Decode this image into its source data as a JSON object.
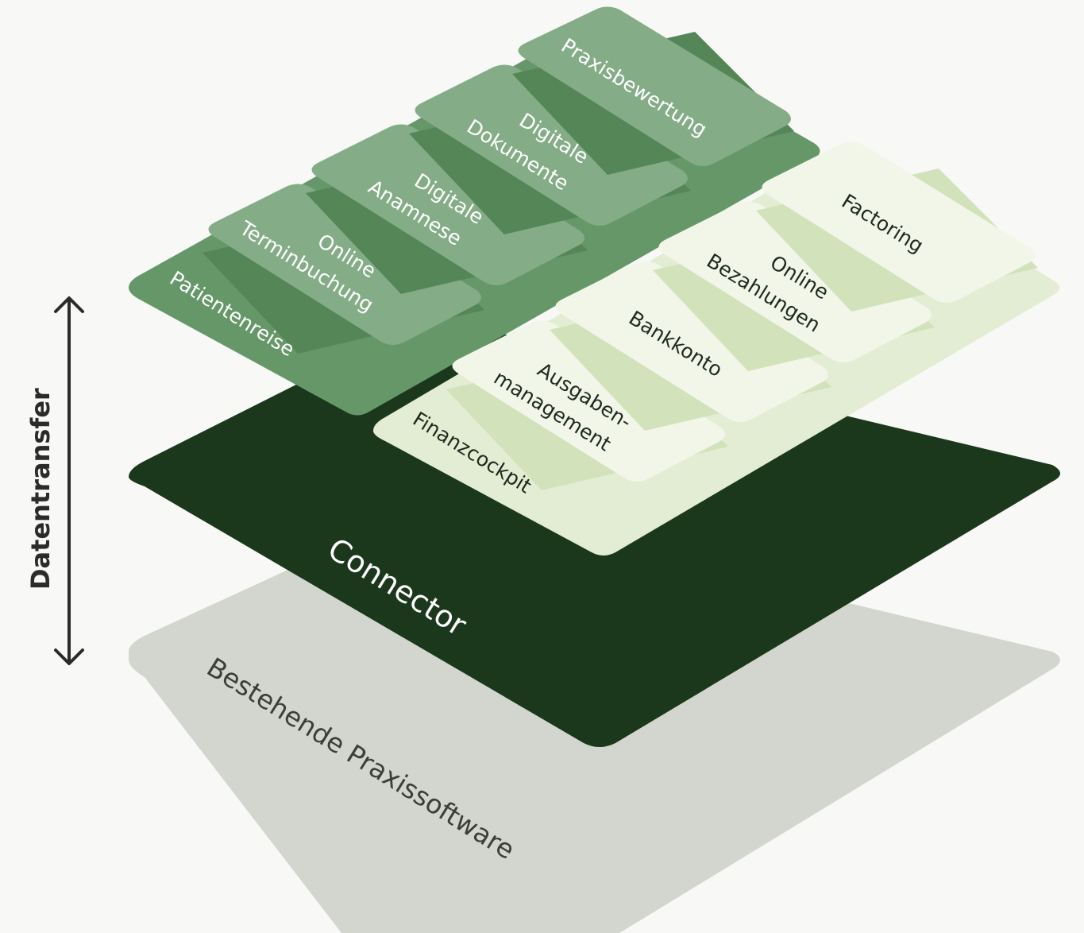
{
  "side_label": "Datentransfer",
  "layers": {
    "base": "Bestehende Praxissoftware",
    "connector": "Connector"
  },
  "patient_group": {
    "label": "Patientenreise",
    "modules": [
      {
        "line1": "Online",
        "line2": "Terminbuchung"
      },
      {
        "line1": "Digitale",
        "line2": "Anamnese"
      },
      {
        "line1": "Digitale",
        "line2": "Dokumente"
      },
      {
        "line1": "Praxisbewertung",
        "line2": ""
      }
    ]
  },
  "finance_group": {
    "label": "Finanzcockpit",
    "modules": [
      {
        "line1": "Ausgaben-",
        "line2": "management"
      },
      {
        "line1": "Bankkonto",
        "line2": ""
      },
      {
        "line1": "Online",
        "line2": "Bezahlungen"
      },
      {
        "line1": "Factoring",
        "line2": ""
      }
    ]
  },
  "colors": {
    "background": "#f8f8f6",
    "base": "#d3d6ce",
    "connector": "#1b381c",
    "green_panel": "#659769",
    "green_shadow": "#548657",
    "green_card": "#84ac87",
    "light_panel": "#e3edd4",
    "light_shadow": "#d2e2bb",
    "light_card": "#f1f6e9"
  }
}
